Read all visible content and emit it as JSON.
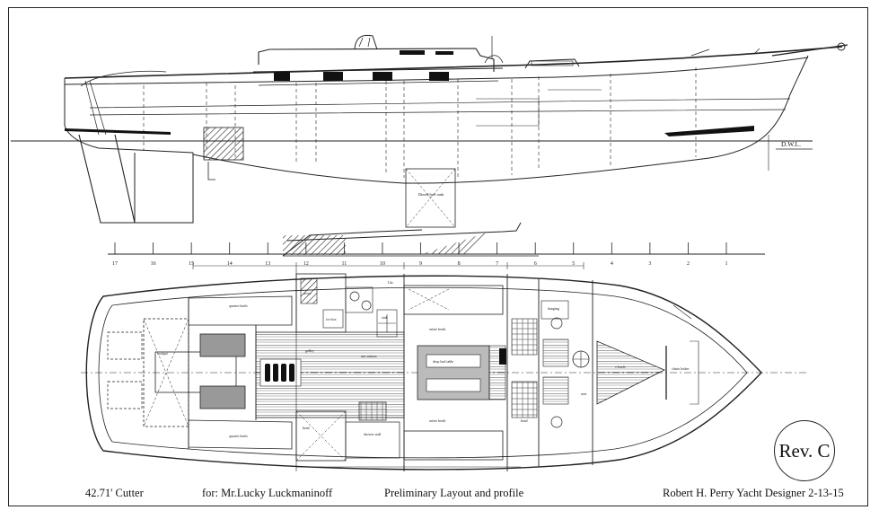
{
  "title_block": {
    "boat": "42.71' Cutter",
    "client": "for: Mr.Lucky Luckmaninoff",
    "description": "Preliminary Layout and profile",
    "designer": "Robert H. Perry Yacht Designer  2-13-15"
  },
  "revision": "Rev. C",
  "profile": {
    "waterline_label": "D.W.L.",
    "stations": [
      "17",
      "16",
      "15",
      "14",
      "13",
      "12",
      "11",
      "10",
      "9",
      "8",
      "7",
      "6",
      "5",
      "4",
      "3",
      "2",
      "1"
    ],
    "tank_label": "Diesel/fuel tank"
  },
  "plan_labels": {
    "quarter_berth_port": "quarter berth",
    "quarter_berth_stbd": "quarter berth",
    "galley": "galley",
    "nav": "nav station",
    "salon_settee_port": "settee berth",
    "salon_settee_stbd": "settee berth",
    "table": "drop leaf table",
    "head": "head",
    "shower": "shower stall",
    "vberth": "v-berth",
    "hanging_locker": "hanging",
    "chain_locker": "chain locker",
    "sink": "sink",
    "ice": "ice box",
    "stove": "stove",
    "seat": "seat",
    "forward_head": "head",
    "locker": "Lkr",
    "deck": "cockpit"
  }
}
